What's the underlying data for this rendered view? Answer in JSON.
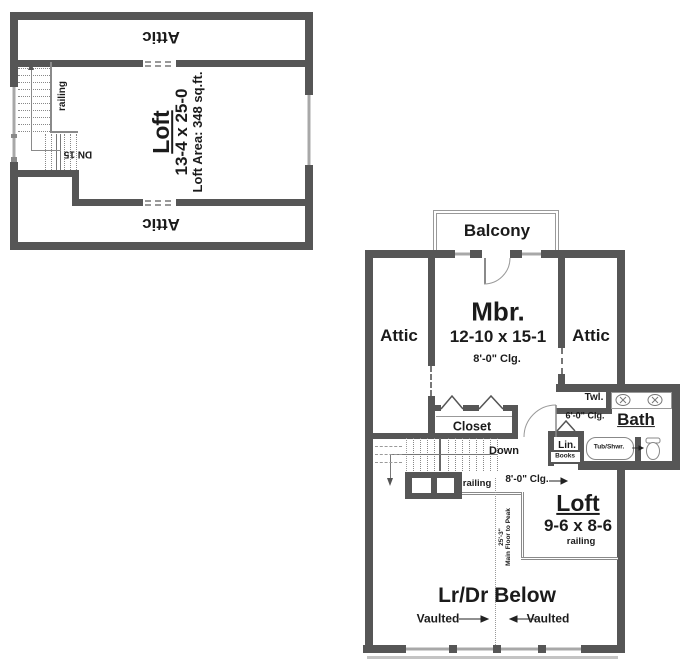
{
  "colors": {
    "wall": "#565656",
    "window": "#a8a8a8",
    "linework": "#8a8a8a",
    "text": "#1b1b1b"
  },
  "upper_plan": {
    "attic_top": "Attic",
    "attic_bottom": "Attic",
    "stair_railing": "railing",
    "stair_down": "DN 15",
    "loft": {
      "title": "Loft",
      "dims": "13-4 x 25-0",
      "area": "Loft Area: 348 sq.ft."
    }
  },
  "main_plan": {
    "balcony": "Balcony",
    "master": {
      "title": "Mbr.",
      "dims": "12-10 x 15-1",
      "ceiling": "8'-0\" Clg."
    },
    "attic_left": "Attic",
    "attic_right": "Attic",
    "closet": "Closet",
    "stairs": {
      "down": "Down",
      "railing": "railing"
    },
    "bath": {
      "towel": "Twl.",
      "title": "Bath",
      "ceiling": "6'-0\" Clg.",
      "linen": "Lin.",
      "books": "Books",
      "tub": "Tub/Shwr."
    },
    "loft": {
      "ceiling": "8'-0\" Clg.",
      "title": "Loft",
      "dims": "9-6 x 8-6",
      "railing": "railing"
    },
    "ridge": {
      "dim": "25'-3\"",
      "label": "Main Floor to Peak"
    },
    "below": {
      "title": "Lr/Dr Below",
      "vaulted_left": "Vaulted",
      "vaulted_right": "Vaulted"
    }
  }
}
